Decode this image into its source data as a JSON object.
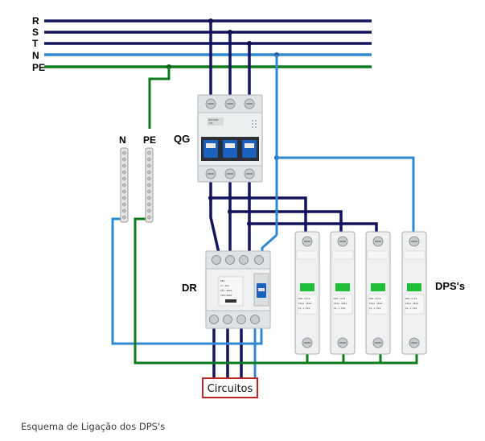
{
  "buses": [
    {
      "id": "R",
      "label": "R",
      "color": "#14145e"
    },
    {
      "id": "S",
      "label": "S",
      "color": "#14145e"
    },
    {
      "id": "T",
      "label": "T",
      "color": "#14145e"
    },
    {
      "id": "N",
      "label": "N",
      "color": "#2f88d0"
    },
    {
      "id": "PE",
      "label": "PE",
      "color": "#0e7a1e"
    }
  ],
  "terminal_bars": {
    "neutral_label": "N",
    "ground_label": "PE"
  },
  "devices": {
    "main_breaker_label": "QG",
    "residual_device_label": "DR",
    "surge_protectors_label": "DPS's"
  },
  "output": {
    "label": "Circuitos",
    "box_color": "#c0262c"
  },
  "caption": "Esquema de Ligação dos DPS's",
  "colors": {
    "phase": "#14145e",
    "neutral": "#2f88d0",
    "ground": "#0e7a1e",
    "device_body": "#eef0f0",
    "green_indicator": "#1fbf3a"
  }
}
